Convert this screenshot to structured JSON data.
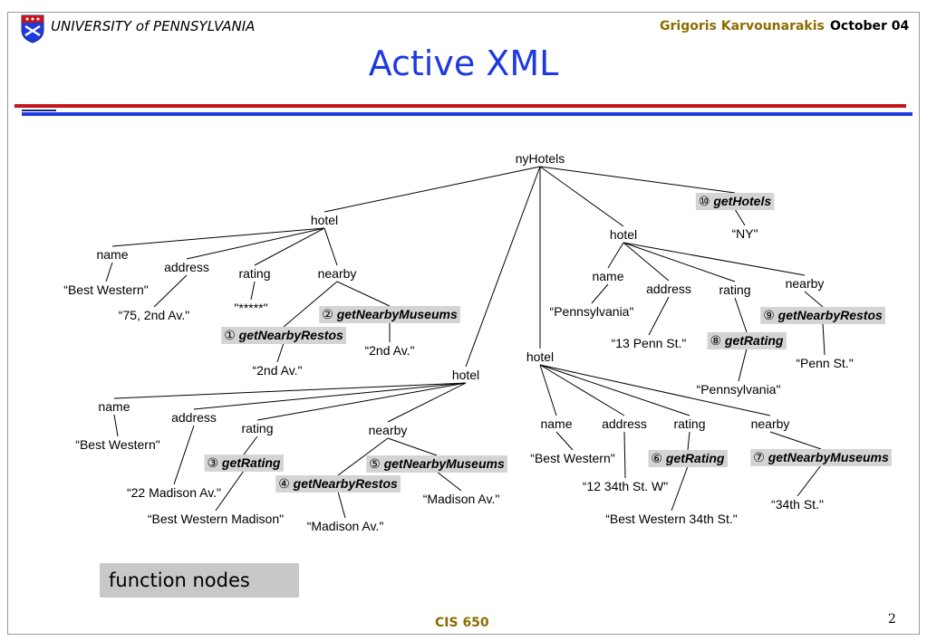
{
  "header": {
    "university": "UNIVERSITY of PENNSYLVANIA",
    "author": "Grigoris Karvounarakis",
    "date": "October 04"
  },
  "title": "Active XML",
  "legend": "function nodes",
  "footer": {
    "course": "CIS 650",
    "page": "2"
  },
  "tree": {
    "nodes": {
      "root": {
        "label": "nyHotels"
      },
      "h1": {
        "label": "hotel"
      },
      "h1_name": {
        "label": "name"
      },
      "h1_name_v": {
        "label": "“Best Western\""
      },
      "h1_addr": {
        "label": "address"
      },
      "h1_addr_v": {
        "label": "“75, 2nd Av.\""
      },
      "h1_rating": {
        "label": "rating"
      },
      "h1_rating_v": {
        "label": "\"*****\""
      },
      "h1_nearby": {
        "label": "nearby"
      },
      "f1": {
        "label": "getNearbyRestos",
        "num": "①"
      },
      "f1_arg": {
        "label": "“2nd Av.\""
      },
      "f2": {
        "label": "getNearbyMuseums",
        "num": "②"
      },
      "f2_arg": {
        "label": "“2nd Av.\""
      },
      "h2": {
        "label": "hotel"
      },
      "h2_name": {
        "label": "name"
      },
      "h2_name_v": {
        "label": "“Best Western\""
      },
      "h2_addr": {
        "label": "address"
      },
      "h2_addr_v": {
        "label": "“22 Madison Av.\""
      },
      "h2_rating": {
        "label": "rating"
      },
      "f3": {
        "label": "getRating",
        "num": "③"
      },
      "f3_arg": {
        "label": "“Best Western Madison\""
      },
      "h2_nearby": {
        "label": "nearby"
      },
      "f4": {
        "label": "getNearbyRestos",
        "num": "④"
      },
      "f4_arg": {
        "label": "“Madison Av.\""
      },
      "f5": {
        "label": "getNearbyMuseums",
        "num": "⑤"
      },
      "f5_arg": {
        "label": "“Madison Av.\""
      },
      "h3": {
        "label": "hotel"
      },
      "h3_name": {
        "label": "name"
      },
      "h3_name_v": {
        "label": "“Pennsylvania\""
      },
      "h3_addr": {
        "label": "address"
      },
      "h3_addr_v": {
        "label": "“13 Penn St.\""
      },
      "h3_rating": {
        "label": "rating"
      },
      "f8": {
        "label": "getRating",
        "num": "⑧"
      },
      "f8_arg": {
        "label": "“Pennsylvania\""
      },
      "h3_nearby": {
        "label": "nearby"
      },
      "f9": {
        "label": "getNearbyRestos",
        "num": "⑨"
      },
      "f9_arg": {
        "label": "“Penn St.\""
      },
      "h4": {
        "label": "hotel"
      },
      "h4_name": {
        "label": "name"
      },
      "h4_name_v": {
        "label": "“Best Western\""
      },
      "h4_addr": {
        "label": "address"
      },
      "h4_addr_v": {
        "label": "“12 34th St. W\""
      },
      "h4_rating": {
        "label": "rating"
      },
      "f6": {
        "label": "getRating",
        "num": "⑥"
      },
      "f6_arg": {
        "label": "“Best Western 34th St.\""
      },
      "h4_nearby": {
        "label": "nearby"
      },
      "f7": {
        "label": "getNearbyMuseums",
        "num": "⑦"
      },
      "f7_arg": {
        "label": "“34th St.\""
      },
      "f10": {
        "label": "getHotels",
        "num": "⑩"
      },
      "f10_arg": {
        "label": "“NY\""
      }
    },
    "edges": [
      [
        "root",
        "h1"
      ],
      [
        "root",
        "h2"
      ],
      [
        "root",
        "h3"
      ],
      [
        "root",
        "h4"
      ],
      [
        "root",
        "f10"
      ],
      [
        "f10",
        "f10_arg"
      ],
      [
        "h1",
        "h1_name"
      ],
      [
        "h1",
        "h1_addr"
      ],
      [
        "h1",
        "h1_rating"
      ],
      [
        "h1",
        "h1_nearby"
      ],
      [
        "h1_name",
        "h1_name_v"
      ],
      [
        "h1_addr",
        "h1_addr_v"
      ],
      [
        "h1_rating",
        "h1_rating_v"
      ],
      [
        "h1_nearby",
        "f1"
      ],
      [
        "h1_nearby",
        "f2"
      ],
      [
        "f1",
        "f1_arg"
      ],
      [
        "f2",
        "f2_arg"
      ],
      [
        "h2",
        "h2_name"
      ],
      [
        "h2",
        "h2_addr"
      ],
      [
        "h2",
        "h2_rating"
      ],
      [
        "h2",
        "h2_nearby"
      ],
      [
        "h2_name",
        "h2_name_v"
      ],
      [
        "h2_addr",
        "h2_addr_v"
      ],
      [
        "h2_rating",
        "f3"
      ],
      [
        "f3",
        "f3_arg"
      ],
      [
        "h2_nearby",
        "f4"
      ],
      [
        "h2_nearby",
        "f5"
      ],
      [
        "f4",
        "f4_arg"
      ],
      [
        "f5",
        "f5_arg"
      ],
      [
        "h3",
        "h3_name"
      ],
      [
        "h3",
        "h3_addr"
      ],
      [
        "h3",
        "h3_rating"
      ],
      [
        "h3",
        "h3_nearby"
      ],
      [
        "h3_name",
        "h3_name_v"
      ],
      [
        "h3_addr",
        "h3_addr_v"
      ],
      [
        "h3_rating",
        "f8"
      ],
      [
        "f8",
        "f8_arg"
      ],
      [
        "h3_nearby",
        "f9"
      ],
      [
        "f9",
        "f9_arg"
      ],
      [
        "h4",
        "h4_name"
      ],
      [
        "h4",
        "h4_addr"
      ],
      [
        "h4",
        "h4_rating"
      ],
      [
        "h4",
        "h4_nearby"
      ],
      [
        "h4_name",
        "h4_name_v"
      ],
      [
        "h4_addr",
        "h4_addr_v"
      ],
      [
        "h4_rating",
        "f6"
      ],
      [
        "f6",
        "f6_arg"
      ],
      [
        "h4_nearby",
        "f7"
      ],
      [
        "f7",
        "f7_arg"
      ]
    ]
  }
}
